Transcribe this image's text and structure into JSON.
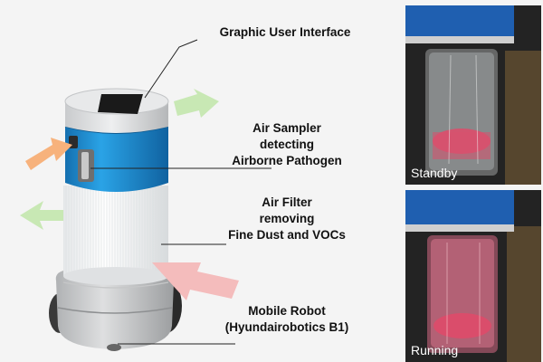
{
  "labels": {
    "gui": [
      "Graphic User Interface"
    ],
    "sampler": [
      "Air Sampler",
      "detecting",
      "Airborne Pathogen"
    ],
    "filter": [
      "Air Filter",
      "removing",
      "Fine Dust and VOCs"
    ],
    "robot": [
      "Mobile Robot",
      "(Hyundairobotics  B1)"
    ]
  },
  "photos": {
    "standby": "Standby",
    "running": "Running"
  },
  "colors": {
    "accent_blue": "#1f8fd0",
    "arrow_orange": "#f7b27c",
    "arrow_green": "#c8e8b4",
    "arrow_pink": "#f4bcbc",
    "liquid_red": "#e04a6a"
  },
  "icons": [
    "inlet-arrow-icon",
    "outlet-arrow-icon",
    "intake-arrow-icon"
  ]
}
